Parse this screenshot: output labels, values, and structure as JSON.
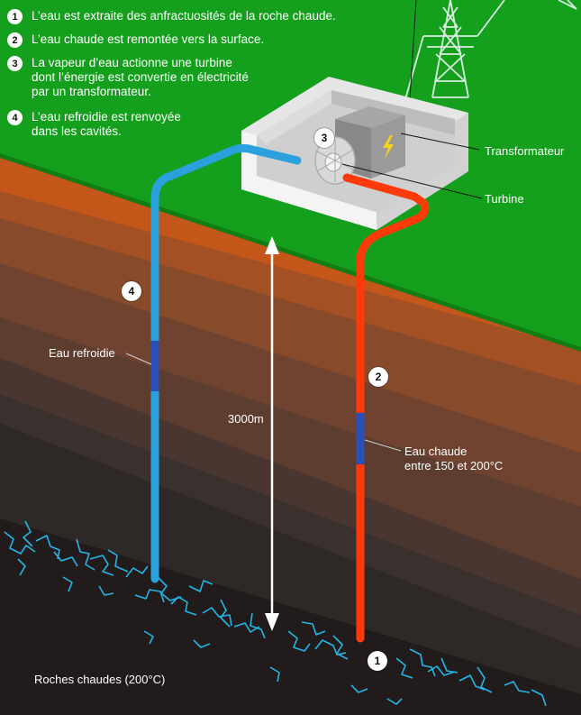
{
  "legend": {
    "items": [
      {
        "number": "1",
        "text": "L’eau est extraite des anfractuosités de la roche chaude."
      },
      {
        "number": "2",
        "text": "L’eau chaude est remontée vers la surface."
      },
      {
        "number": "3",
        "text": "La vapeur d’eau actionne une turbine\ndont l’énergie est convertie en électricité\npar un transformateur."
      },
      {
        "number": "4",
        "text": "L’eau refroidie est renvoyée\ndans les cavités."
      }
    ]
  },
  "labels": {
    "transformer": "Transformateur",
    "turbine": "Turbine",
    "cooled_water": "Eau refroidie",
    "hot_water": "Eau chaude\nentre 150 et 200°C",
    "depth": "3000m",
    "hot_rocks": "Roches chaudes (200°C)"
  },
  "markers": {
    "m1": "1",
    "m2": "2",
    "m3": "3",
    "m4": "4"
  },
  "colors": {
    "grass": "#14a01c",
    "hot_pipe": "#ff3a0a",
    "cold_pipe": "#2aa0dc",
    "pipe_highlight": "#2a4fb8",
    "layer1": "#c4561a",
    "layer2": "#a35025",
    "layer3": "#874a2a",
    "layer4": "#6f4330",
    "layer5": "#5e3d31",
    "layer6": "#4a3631",
    "layer7": "#3a302d",
    "rock": "#1f1b1a",
    "cracks": "#24b6e6"
  }
}
